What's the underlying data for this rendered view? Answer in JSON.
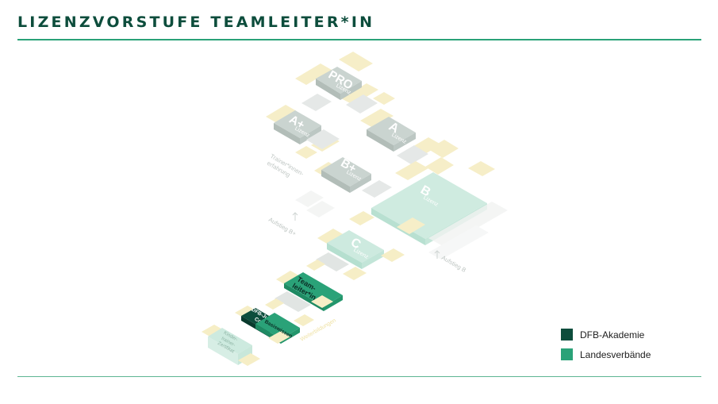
{
  "header": {
    "title": "LIZENZVORSTUFE TEAMLEITER*IN"
  },
  "diagram": {
    "blocks": {
      "pro": {
        "title": "PRO",
        "subtitle": "Lizenz"
      },
      "a_plus": {
        "title": "A+",
        "subtitle": "Lizenz"
      },
      "a": {
        "title": "A",
        "subtitle": "Lizenz"
      },
      "b_plus": {
        "title": "B+",
        "subtitle": "Lizenz"
      },
      "b": {
        "title": "B",
        "subtitle": "Lizenz"
      },
      "c": {
        "title": "C",
        "subtitle": "Lizenz"
      },
      "teamleiter": {
        "line1": "Team-",
        "line2": "leiter*in"
      },
      "junior_coach": {
        "line1": "DFB-Junior",
        "line2": "Coach"
      },
      "basiswissen": {
        "label": "Basiswissen"
      },
      "kinder": {
        "line1": "Kinder-",
        "line2": "trainer-",
        "line3": "Zertifikat"
      }
    },
    "annotations": {
      "trainer_erfahrung_1": "Trainer*innen-",
      "trainer_erfahrung_2": "erfahrung",
      "aufstieg_b_plus": "Aufstieg B+",
      "aufstieg_b": "Aufstieg B",
      "weiterbildungen": "Weiterbildungen"
    }
  },
  "legend": [
    {
      "label": "DFB-Akademie",
      "color": "#0d4d3c"
    },
    {
      "label": "Landesverbände",
      "color": "#2aa278"
    }
  ],
  "colors": {
    "accent_dark": "#0d4d3c",
    "accent": "#2aa278",
    "faded_gray": "#c8d2ce",
    "faded_green": "#cdeadf",
    "faded_yellow": "#f6eec6"
  }
}
